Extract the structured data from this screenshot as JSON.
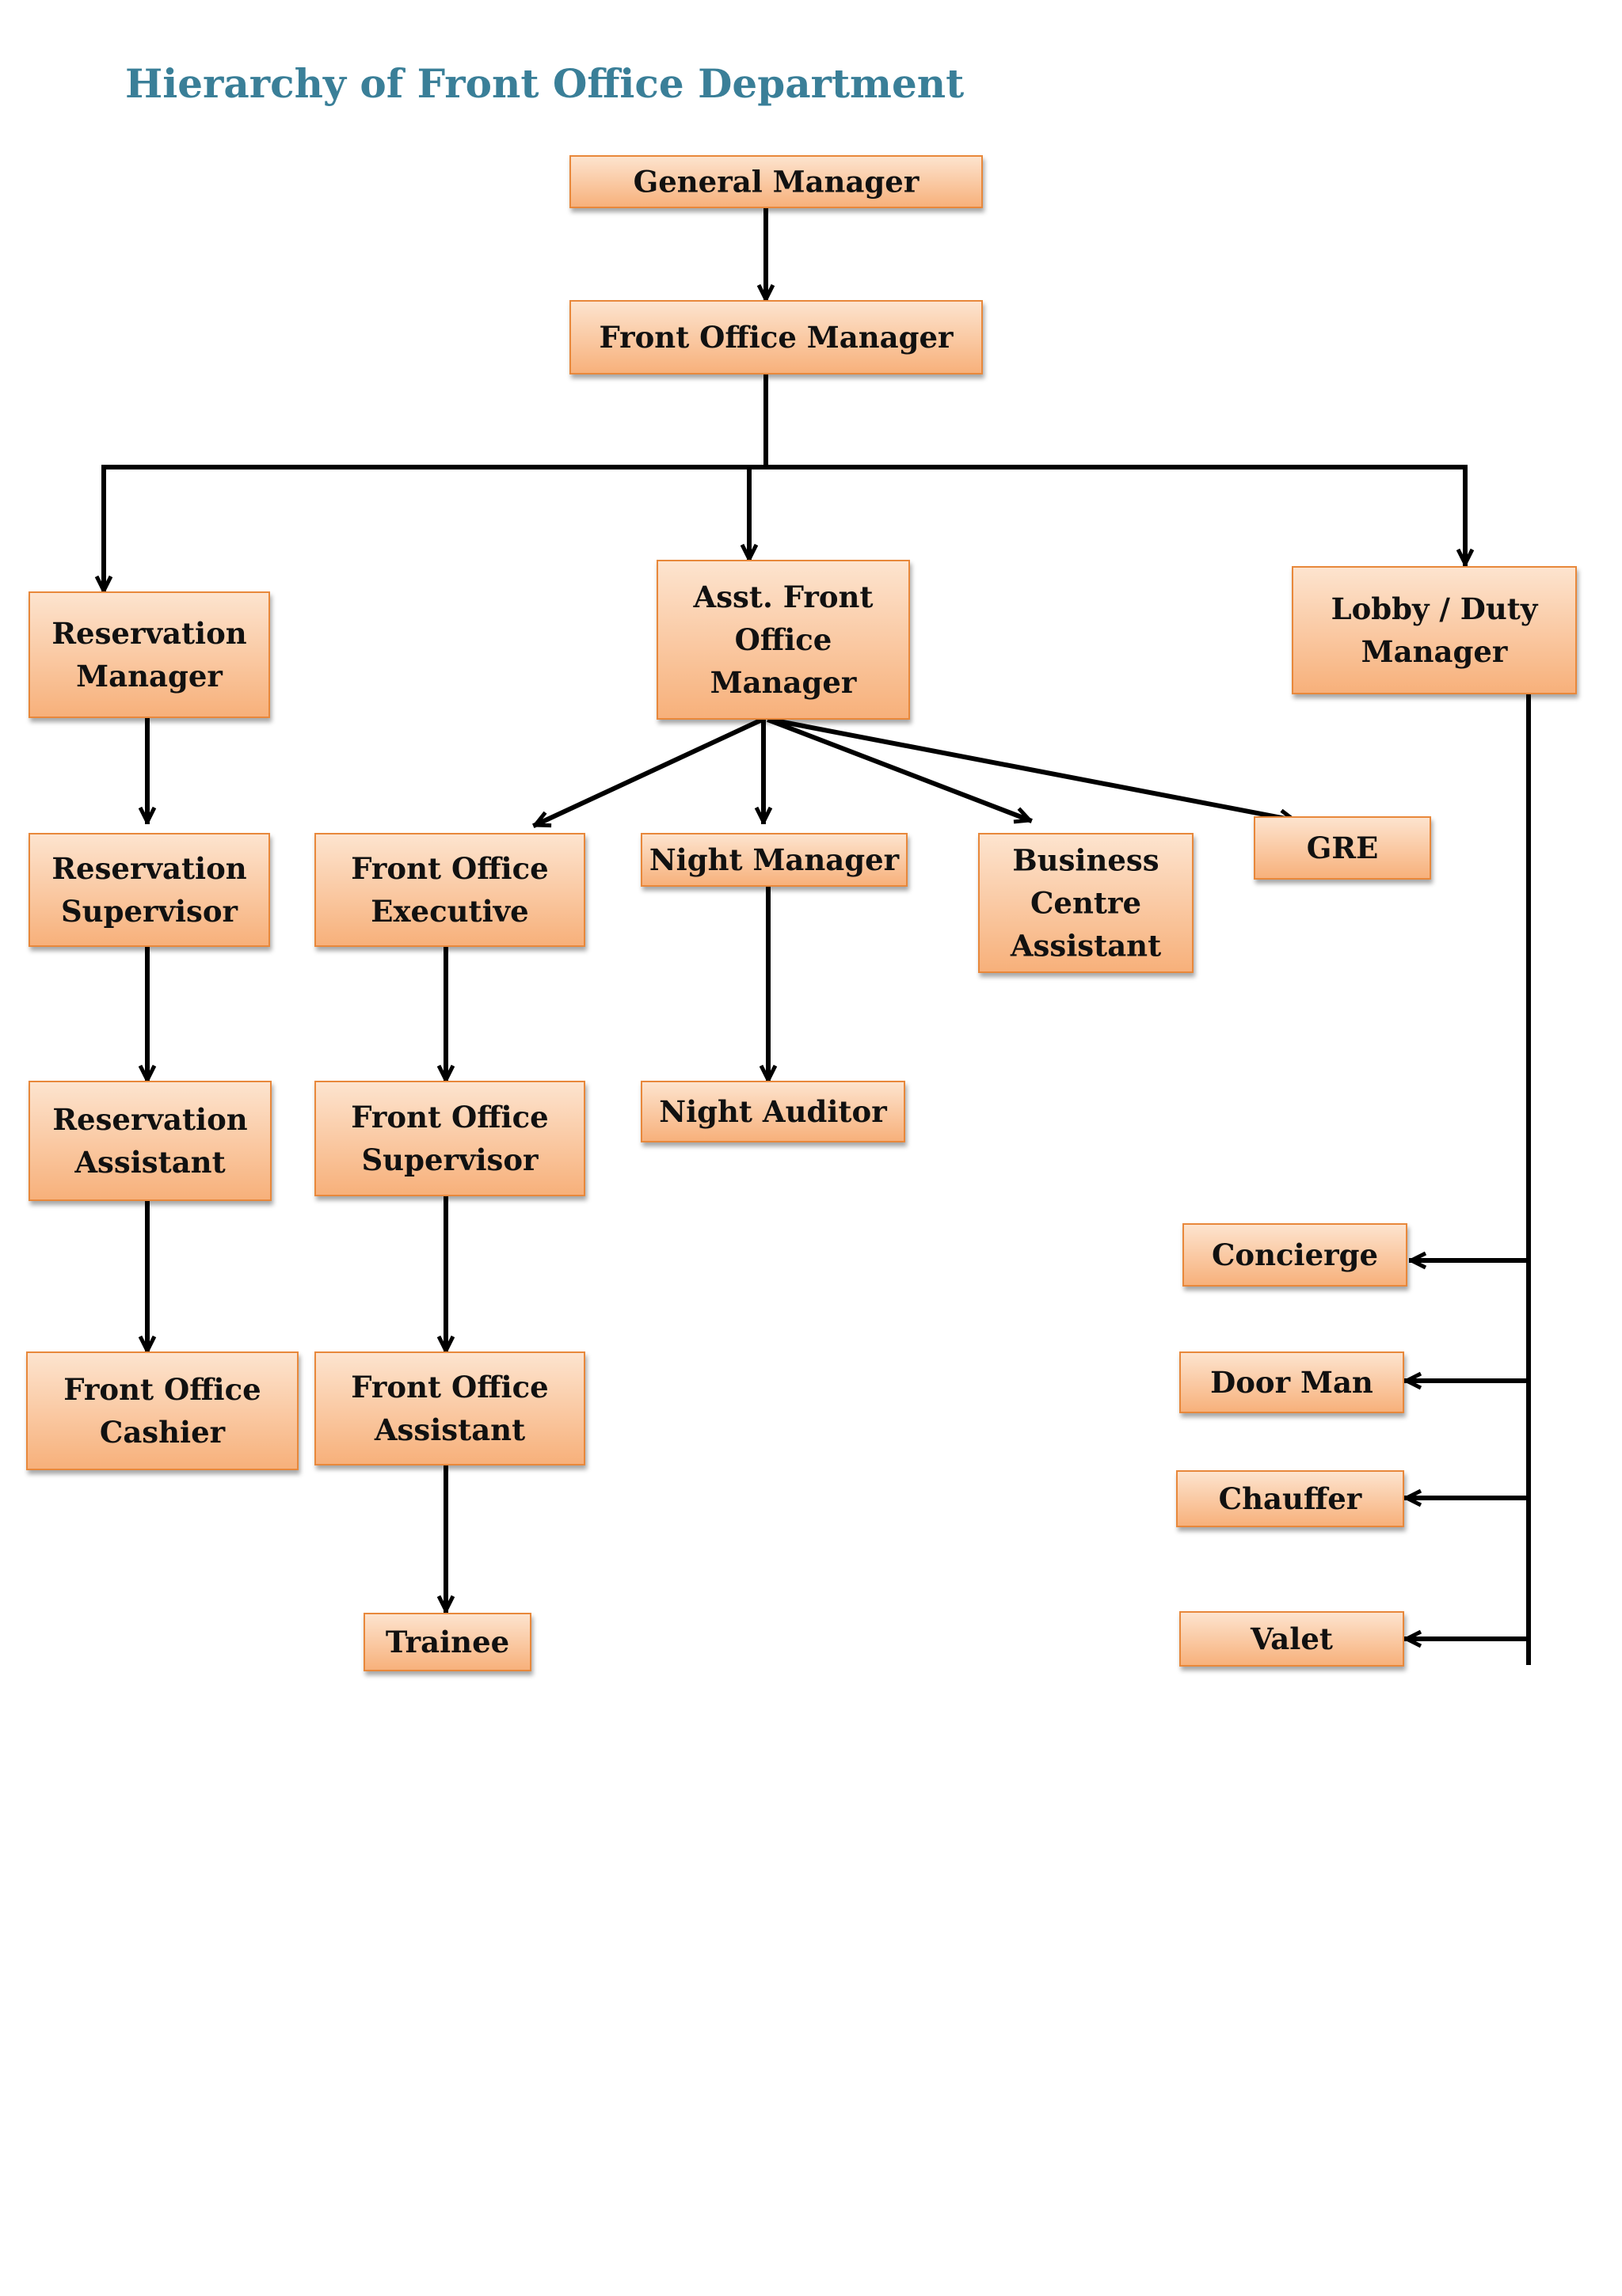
{
  "title": "Hierarchy of Front Office Department",
  "colors": {
    "title": "#3a7f98",
    "box_light": "#fde4cf",
    "box_dark": "#f7b07a",
    "box_border": "#e8883a",
    "line": "#000000"
  },
  "nodes": {
    "general_manager": [
      "General Manager"
    ],
    "front_office_manager": [
      "Front Office Manager"
    ],
    "reservation_manager": [
      "Reservation",
      "Manager"
    ],
    "asst_front_office_manager": [
      "Asst. Front",
      "Office",
      "Manager"
    ],
    "lobby_duty_manager": [
      "Lobby / Duty",
      "Manager"
    ],
    "reservation_supervisor": [
      "Reservation",
      "Supervisor"
    ],
    "front_office_executive": [
      "Front Office",
      "Executive"
    ],
    "night_manager": [
      "Night Manager"
    ],
    "business_centre_assistant": [
      "Business",
      "Centre",
      "Assistant"
    ],
    "gre": [
      "GRE"
    ],
    "reservation_assistant": [
      "Reservation",
      "Assistant"
    ],
    "front_office_supervisor": [
      "Front Office",
      "Supervisor"
    ],
    "night_auditor": [
      "Night Auditor"
    ],
    "front_office_cashier": [
      "Front Office",
      "Cashier"
    ],
    "front_office_assistant": [
      "Front Office",
      "Assistant"
    ],
    "trainee": [
      "Trainee"
    ],
    "concierge": [
      "Concierge"
    ],
    "door_man": [
      "Door Man"
    ],
    "chauffer": [
      "Chauffer"
    ],
    "valet": [
      "Valet"
    ]
  },
  "edges": [
    [
      "general_manager",
      "front_office_manager"
    ],
    [
      "front_office_manager",
      "reservation_manager"
    ],
    [
      "front_office_manager",
      "asst_front_office_manager"
    ],
    [
      "front_office_manager",
      "lobby_duty_manager"
    ],
    [
      "reservation_manager",
      "reservation_supervisor"
    ],
    [
      "reservation_supervisor",
      "reservation_assistant"
    ],
    [
      "reservation_assistant",
      "front_office_cashier"
    ],
    [
      "asst_front_office_manager",
      "front_office_executive"
    ],
    [
      "asst_front_office_manager",
      "night_manager"
    ],
    [
      "asst_front_office_manager",
      "business_centre_assistant"
    ],
    [
      "asst_front_office_manager",
      "gre"
    ],
    [
      "front_office_executive",
      "front_office_supervisor"
    ],
    [
      "front_office_supervisor",
      "front_office_assistant"
    ],
    [
      "front_office_assistant",
      "trainee"
    ],
    [
      "night_manager",
      "night_auditor"
    ],
    [
      "lobby_duty_manager",
      "concierge"
    ],
    [
      "lobby_duty_manager",
      "door_man"
    ],
    [
      "lobby_duty_manager",
      "chauffer"
    ],
    [
      "lobby_duty_manager",
      "valet"
    ]
  ]
}
